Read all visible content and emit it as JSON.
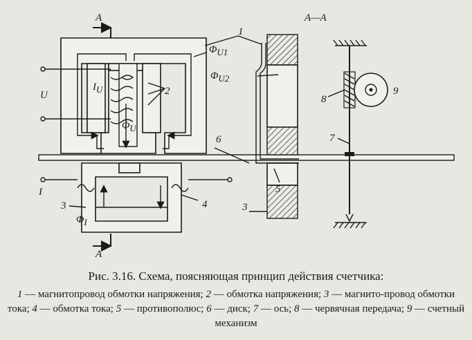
{
  "figure": {
    "labels": {
      "section_A_top": "A",
      "section_A_bottom": "A",
      "section_AA": "A—A",
      "n1": "1",
      "n2": "2",
      "n3_left": "3",
      "n3_right": "3",
      "n4": "4",
      "n5": "5",
      "n6": "6",
      "n7": "7",
      "n8": "8",
      "n9": "9",
      "U": "U",
      "I": "I",
      "I_U": "I",
      "I_U_sub": "U",
      "Phi_U1": "Φ",
      "Phi_U1_sub": "U1",
      "Phi_U2": "Φ",
      "Phi_U2_sub": "U2",
      "Phi_U": "Φ",
      "Phi_U_sub": "U",
      "Phi_I": "Φ",
      "Phi_I_sub": "I"
    }
  },
  "caption": {
    "title": "Рис. 3.16. Схема, поясняющая принцип действия счетчика:",
    "legend": [
      {
        "num": "1",
        "text": " — магнитопровод обмотки напряжения; "
      },
      {
        "num": "2",
        "text": " — обмотка напряжения; "
      },
      {
        "num": "3",
        "text": " — магнито-провод обмотки тока; "
      },
      {
        "num": "4",
        "text": " — обмотка тока; "
      },
      {
        "num": "5",
        "text": " — противополюс; "
      },
      {
        "num": "6",
        "text": " — диск; "
      },
      {
        "num": "7",
        "text": " — ось; "
      },
      {
        "num": "8",
        "text": " — червячная передача; "
      },
      {
        "num": "9",
        "text": " — счетный механизм"
      }
    ]
  }
}
